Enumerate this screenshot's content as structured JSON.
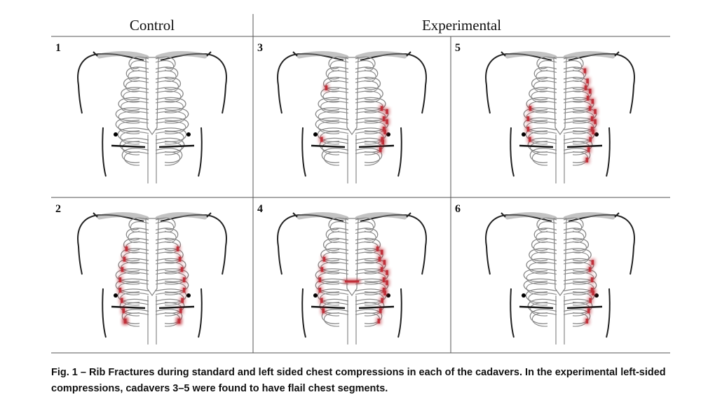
{
  "figure": {
    "headers": {
      "control": "Control",
      "experimental": "Experimental"
    },
    "panels": [
      {
        "label": "1",
        "group": "control",
        "fractures": []
      },
      {
        "label": "3",
        "group": "experimental",
        "fractures": [
          {
            "side": "right",
            "rib": 2,
            "n": 1
          },
          {
            "side": "right",
            "rib": 7,
            "n": 1
          },
          {
            "side": "left",
            "rib": 4,
            "n": 5
          },
          {
            "side": "left",
            "rib": 5,
            "n": 4,
            "lateral": true
          }
        ]
      },
      {
        "label": "5",
        "group": "experimental",
        "fractures": [
          {
            "side": "right",
            "rib": 4,
            "n": 4
          },
          {
            "side": "left",
            "rib": 2,
            "n": 8
          },
          {
            "side": "left",
            "rib": 1,
            "n": 7,
            "lateral": true
          }
        ]
      },
      {
        "label": "2",
        "group": "control",
        "fractures": [
          {
            "side": "right",
            "rib": 2,
            "n": 9
          },
          {
            "side": "left",
            "rib": 2,
            "n": 9
          }
        ]
      },
      {
        "label": "4",
        "group": "experimental",
        "fractures": [
          {
            "side": "right",
            "rib": 3,
            "n": 6
          },
          {
            "side": "sternum",
            "n": 1
          },
          {
            "side": "left",
            "rib": 2,
            "n": 8
          },
          {
            "side": "left",
            "rib": 3,
            "n": 5,
            "lateral": true
          }
        ]
      },
      {
        "label": "6",
        "group": "experimental",
        "fractures": [
          {
            "side": "left",
            "rib": 4,
            "n": 6
          },
          {
            "side": "left",
            "rib": 4,
            "n": 1,
            "lateral": true
          },
          {
            "side": "left",
            "rib": 7,
            "n": 1,
            "lateral": true
          }
        ]
      }
    ],
    "colors": {
      "fracture": "#c0303a",
      "outline": "#222222",
      "rib": "#888888",
      "grid": "#555555"
    }
  },
  "caption": {
    "text": "Fig. 1 – Rib Fractures during standard and left sided chest compressions in each of the cadavers. In the experimental left-sided compressions, cadavers 3–5 were found to have flail chest segments."
  }
}
